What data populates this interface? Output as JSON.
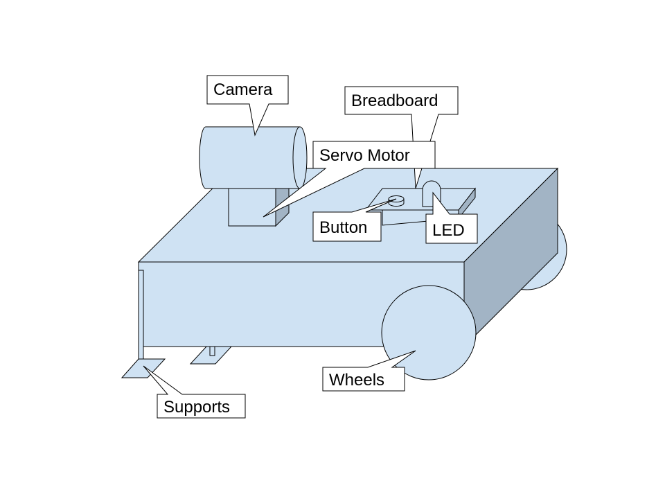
{
  "diagram": {
    "colors": {
      "fill": "#cfe2f3",
      "top": "#cfe2f3",
      "side": "#a2b4c5",
      "stroke": "#000000",
      "callout_fill": "#ffffff"
    },
    "labels": {
      "camera": "Camera",
      "breadboard": "Breadboard",
      "servo_motor": "Servo Motor",
      "button": "Button",
      "led": "LED",
      "wheels": "Wheels",
      "supports": "Supports"
    }
  }
}
